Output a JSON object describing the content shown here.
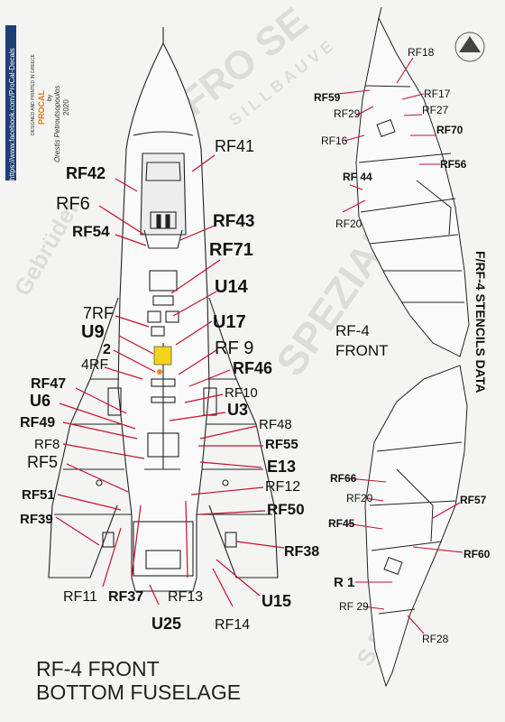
{
  "credits": {
    "designed": "DESIGNED AND PRINTED IN GREECE",
    "brand": "PROCAL",
    "by": "by",
    "author": "Orestis Petroutsopoulos",
    "year": "2020",
    "facebook": "https://www.facebook.com/ProCal-Decals"
  },
  "watermarks": [
    "AFRO SE",
    "S I L L B A U V E",
    "Gebrüder",
    "SPEZIAL",
    "S R S A N D"
  ],
  "sheet_heading": "F/RF-4   STENCILS DATA",
  "front_heading": [
    "RF-4",
    "FRONT"
  ],
  "main_title": [
    "RF-4 FRONT",
    "BOTTOM FUSELAGE"
  ],
  "main_labels": {
    "RF41": "RF41",
    "RF42": "RF42",
    "RF6": "RF6",
    "RF54": "RF54",
    "RF43": "RF43",
    "RF71": "RF71",
    "U14": "U14",
    "RF7": "7RF",
    "U9": "U9",
    "U17": "U17",
    "N2": "2",
    "RF4": "4RF",
    "RF9": "RF 9",
    "RF47": "RF47",
    "RF46": "RF46",
    "U6": "U6",
    "RF10": "RF10",
    "U3": "U3",
    "RF49": "RF49",
    "RF48": "RF48",
    "RF8": "RF8",
    "RF55": "RF55",
    "E13": "E13",
    "RF5": "RF5",
    "RF12": "RF12",
    "RF51": "RF51",
    "RF50": "RF50",
    "RF39": "RF39",
    "RF38": "RF38",
    "RF11": "RF11",
    "RF37": "RF37",
    "RF13": "RF13",
    "U15": "U15",
    "U25": "U25",
    "RF14": "RF14"
  },
  "side_top_labels": {
    "RF18": "RF18",
    "RF59": "RF59",
    "RF17": "RF17",
    "RF29": "RF29",
    "RF27": "RF27",
    "RF70": "RF70",
    "RF16": "RF16",
    "RF56": "RF56",
    "RF44": "RF 44",
    "RF20": "RF20"
  },
  "side_bottom_labels": {
    "RF66": "RF66",
    "RF20": "RF20",
    "RF57": "RF57",
    "RF45": "RF45",
    "RF60": "RF60",
    "R1": "R 1",
    "RF29": "RF 29",
    "RF28": "RF28"
  },
  "colors": {
    "line": "#c8102e",
    "ink": "#111111",
    "yellow": "#f2d31c",
    "orange": "#e98b22"
  }
}
